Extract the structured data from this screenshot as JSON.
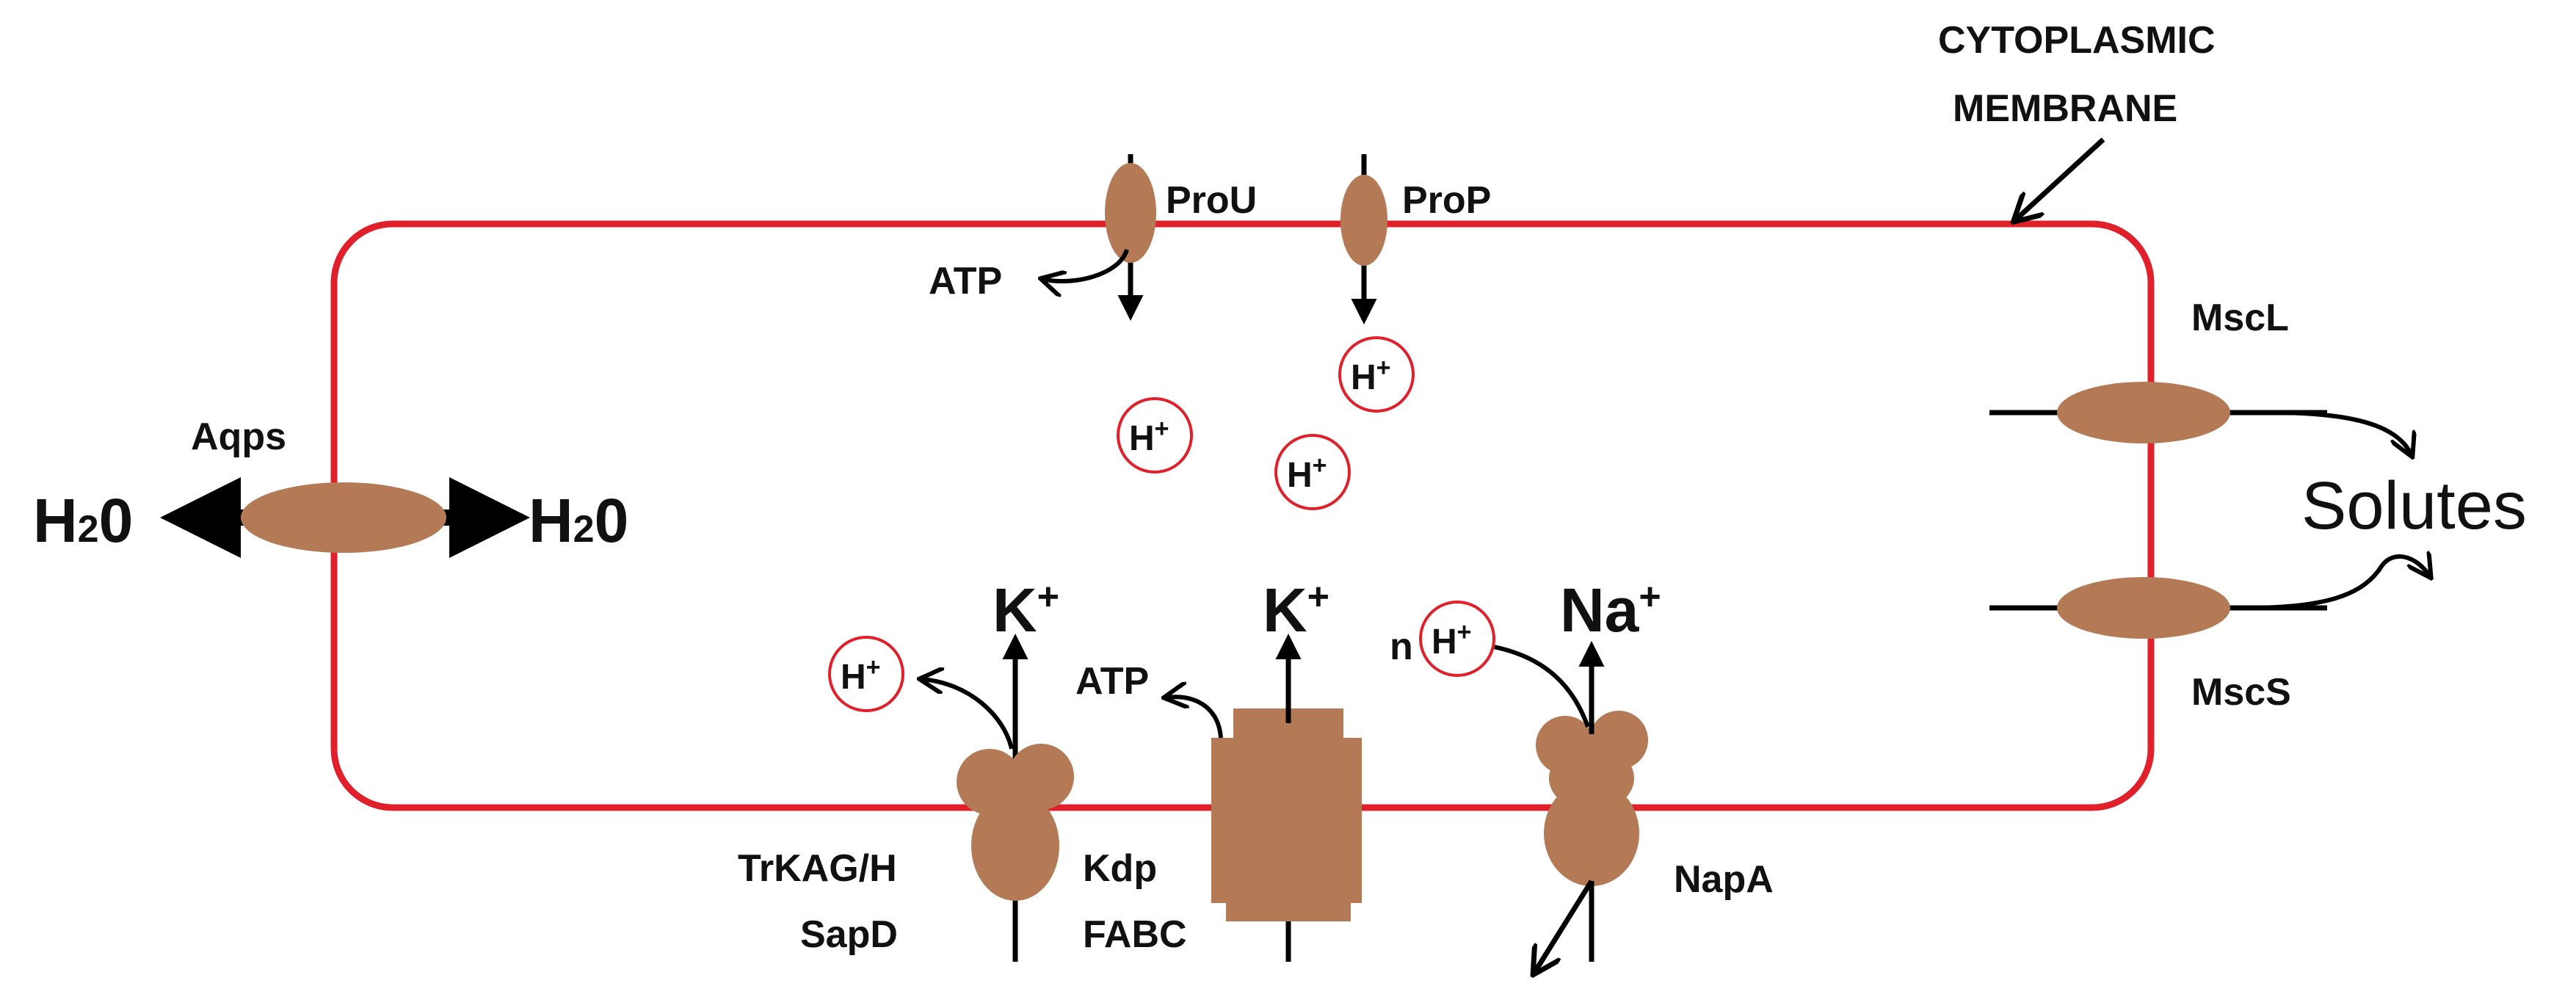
{
  "labels": {
    "membrane_line1": "CYTOPLASMIC",
    "membrane_line2": "MEMBRANE",
    "prou": "ProU",
    "prop": "ProP",
    "atp_top": "ATP",
    "mscl": "MscL",
    "mscs": "MscS",
    "solutes": "Solutes",
    "aqps": "Aqps",
    "h2o_left": "H",
    "h2o_right": "H",
    "h2o_sub": "2",
    "h2o_o": "0",
    "h_plus": "H",
    "plus": "+",
    "k_ion": "K",
    "na_ion": "Na",
    "atp_kdp": "ATP",
    "n_prefix": "n",
    "trkag_line1": "TrKAG/H",
    "trkag_line2": "SapD",
    "kdp_line1": "Kdp",
    "kdp_line2": "FABC",
    "napa": "NapA"
  },
  "colors": {
    "membrane": "#e0202a",
    "protein": "#b37a55",
    "arrow": "#000000",
    "ion_circle": "#e0202a"
  }
}
